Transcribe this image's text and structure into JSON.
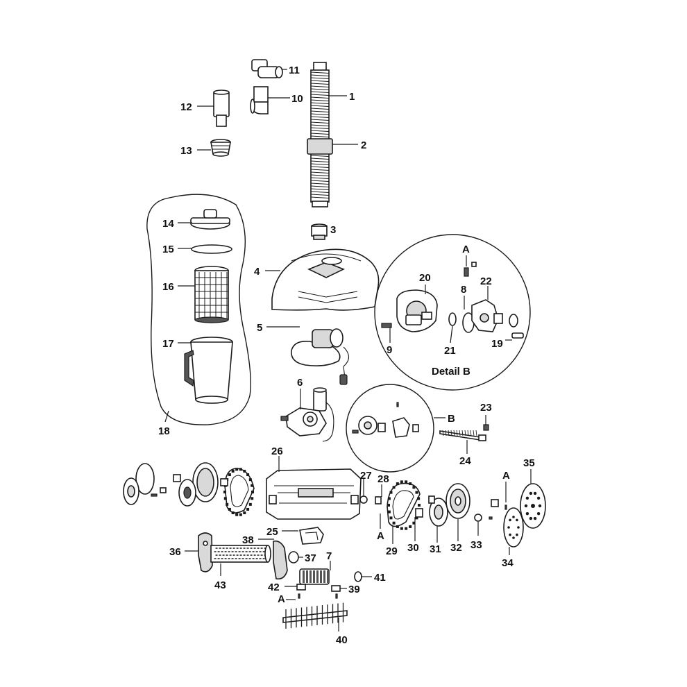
{
  "labels": {
    "p1": "1",
    "p2": "2",
    "p3": "3",
    "p4": "4",
    "p5": "5",
    "p6": "6",
    "p7": "7",
    "p8": "8",
    "p9": "9",
    "p10": "10",
    "p11": "11",
    "p12": "12",
    "p13": "13",
    "p14": "14",
    "p15": "15",
    "p16": "16",
    "p17": "17",
    "p18": "18",
    "p19": "19",
    "p20": "20",
    "p21": "21",
    "p22": "22",
    "p23": "23",
    "p24": "24",
    "p25": "25",
    "p26": "26",
    "p27": "27",
    "p28": "28",
    "p29": "29",
    "p30": "30",
    "p31": "31",
    "p32": "32",
    "p33": "33",
    "p34": "34",
    "p35": "35",
    "p36": "36",
    "p37": "37",
    "p38": "38",
    "p39": "39",
    "p40": "40",
    "p41": "41",
    "p42": "42",
    "p43": "43",
    "a_detail": "A",
    "a_left": "A",
    "a_right": "A",
    "a_lower": "A",
    "b": "B",
    "detail_b": "Detail B"
  }
}
